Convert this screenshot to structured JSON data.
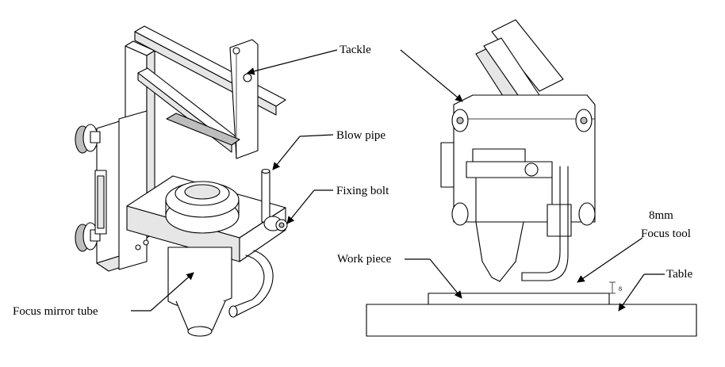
{
  "labels": {
    "tackle": "Tackle",
    "blow_pipe": "Blow pipe",
    "fixing_bolt": "Fixing bolt",
    "focus_mirror_tube": "Focus mirror tube",
    "focus_tool_line1": "8mm",
    "focus_tool_line2": "Focus tool",
    "work_piece": "Work piece",
    "table": "Table",
    "gap_mark": "8"
  }
}
